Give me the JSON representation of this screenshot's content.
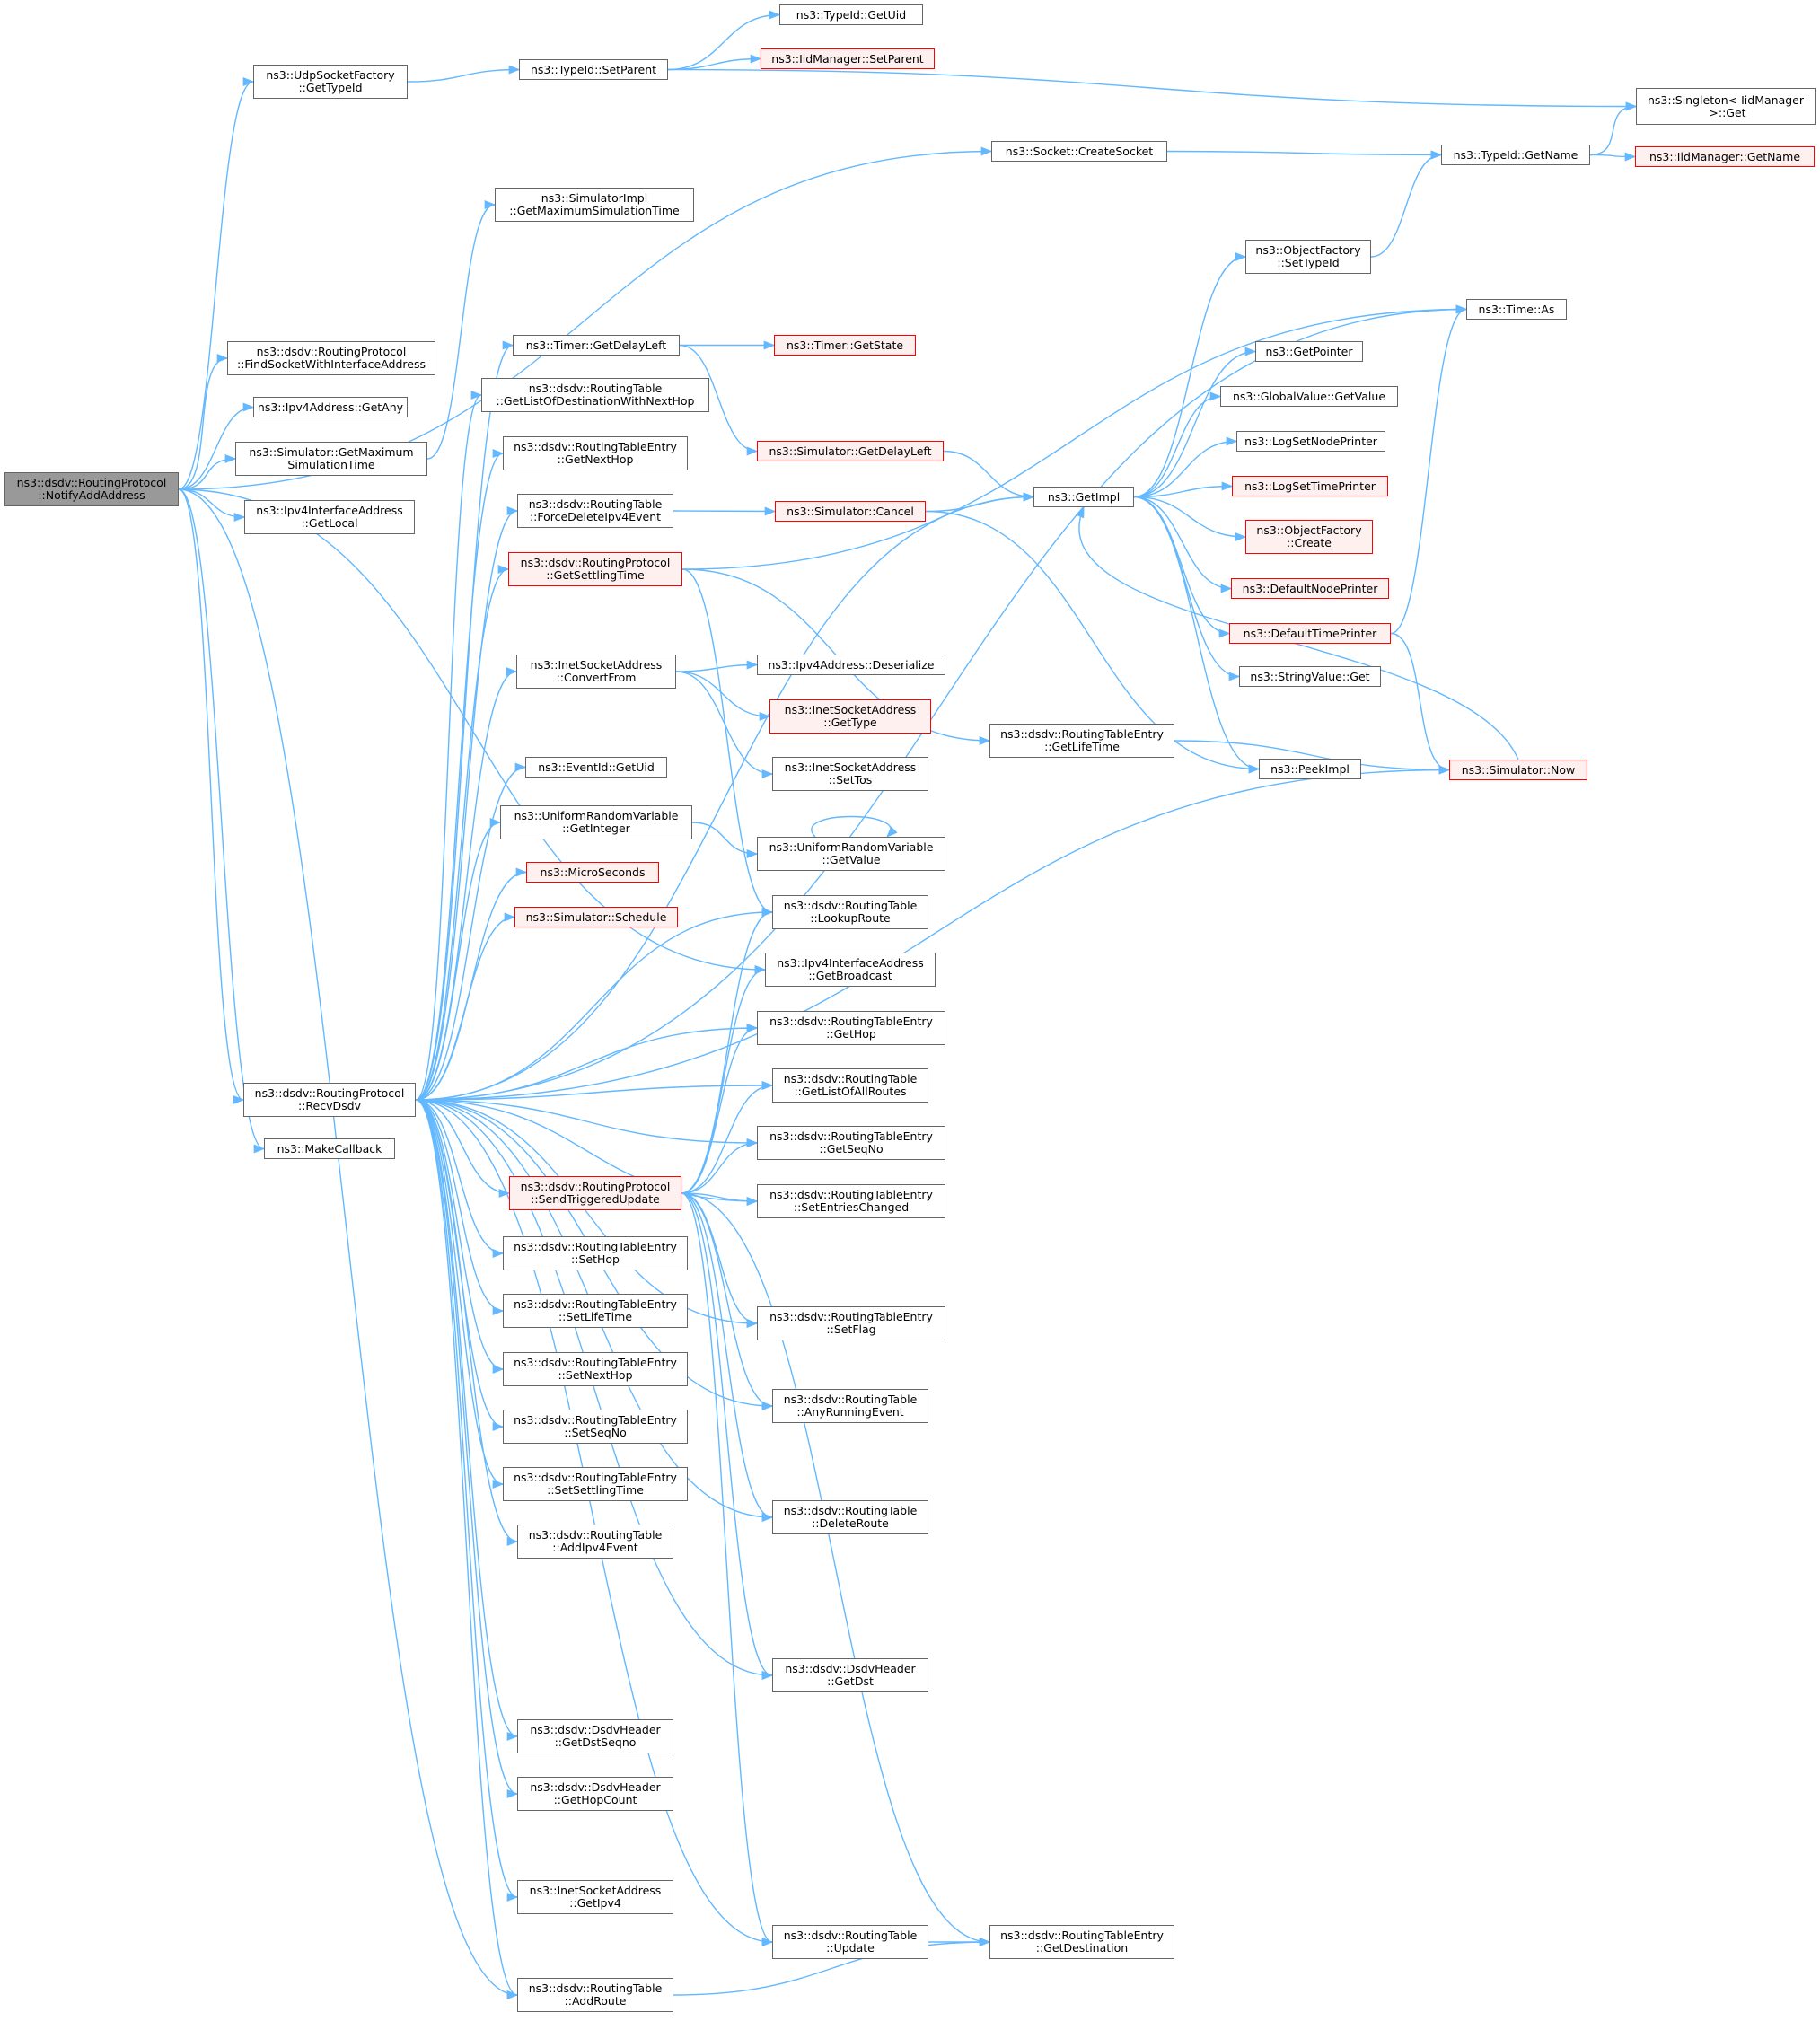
{
  "colors": {
    "edge": "#63b8ff",
    "border": "#666666",
    "red_border": "#ff0000",
    "red_fill": "#fff0f0",
    "root_fill": "#999999"
  },
  "nodes": [
    {
      "id": "root",
      "label": "ns3::dsdv::RoutingProtocol\n::NotifyAddAddress",
      "style": "root"
    },
    {
      "id": "udpsf",
      "label": "ns3::UdpSocketFactory\n::GetTypeId",
      "style": "normal"
    },
    {
      "id": "setparent",
      "label": "ns3::TypeId::SetParent",
      "style": "normal"
    },
    {
      "id": "getuid",
      "label": "ns3::TypeId::GetUid",
      "style": "normal"
    },
    {
      "id": "iidsetparent",
      "label": "ns3::IidManager::SetParent",
      "style": "red"
    },
    {
      "id": "singleton",
      "label": "ns3::Singleton< IidManager\n >::Get",
      "style": "normal"
    },
    {
      "id": "createsocket",
      "label": "ns3::Socket::CreateSocket",
      "style": "normal"
    },
    {
      "id": "getname",
      "label": "ns3::TypeId::GetName",
      "style": "normal"
    },
    {
      "id": "iidgetname",
      "label": "ns3::IidManager::GetName",
      "style": "red"
    },
    {
      "id": "simimplmax",
      "label": "ns3::SimulatorImpl\n::GetMaximumSimulationTime",
      "style": "normal"
    },
    {
      "id": "objfactsettype",
      "label": "ns3::ObjectFactory\n::SetTypeId",
      "style": "normal"
    },
    {
      "id": "timeas",
      "label": "ns3::Time::As",
      "style": "normal"
    },
    {
      "id": "findsocket",
      "label": "ns3::dsdv::RoutingProtocol\n::FindSocketWithInterfaceAddress",
      "style": "normal"
    },
    {
      "id": "timergetdelay",
      "label": "ns3::Timer::GetDelayLeft",
      "style": "normal"
    },
    {
      "id": "timergetstate",
      "label": "ns3::Timer::GetState",
      "style": "red"
    },
    {
      "id": "getpointer",
      "label": "ns3::GetPointer",
      "style": "normal"
    },
    {
      "id": "getlistdestnh",
      "label": "ns3::dsdv::RoutingTable\n::GetListOfDestinationWithNextHop",
      "style": "normal"
    },
    {
      "id": "gvgetvalue",
      "label": "ns3::GlobalValue::GetValue",
      "style": "normal"
    },
    {
      "id": "ipv4getany",
      "label": "ns3::Ipv4Address::GetAny",
      "style": "normal"
    },
    {
      "id": "logsetnode",
      "label": "ns3::LogSetNodePrinter",
      "style": "normal"
    },
    {
      "id": "rtegetnexthop",
      "label": "ns3::dsdv::RoutingTableEntry\n::GetNextHop",
      "style": "normal"
    },
    {
      "id": "simgetmax",
      "label": "ns3::Simulator::GetMaximum\nSimulationTime",
      "style": "normal"
    },
    {
      "id": "simgetdelay",
      "label": "ns3::Simulator::GetDelayLeft",
      "style": "red"
    },
    {
      "id": "getimpl",
      "label": "ns3::GetImpl",
      "style": "normal"
    },
    {
      "id": "logsettime",
      "label": "ns3::LogSetTimePrinter",
      "style": "red"
    },
    {
      "id": "ipv4ifgetlocal",
      "label": "ns3::Ipv4InterfaceAddress\n::GetLocal",
      "style": "normal"
    },
    {
      "id": "forcedelete",
      "label": "ns3::dsdv::RoutingTable\n::ForceDeleteIpv4Event",
      "style": "normal"
    },
    {
      "id": "simcancel",
      "label": "ns3::Simulator::Cancel",
      "style": "red"
    },
    {
      "id": "objfactcreate",
      "label": "ns3::ObjectFactory\n::Create",
      "style": "red"
    },
    {
      "id": "getsettling",
      "label": "ns3::dsdv::RoutingProtocol\n::GetSettlingTime",
      "style": "red"
    },
    {
      "id": "defnodeprinter",
      "label": "ns3::DefaultNodePrinter",
      "style": "red"
    },
    {
      "id": "deftimeprinter",
      "label": "ns3::DefaultTimePrinter",
      "style": "red"
    },
    {
      "id": "inetconvert",
      "label": "ns3::InetSocketAddress\n::ConvertFrom",
      "style": "normal"
    },
    {
      "id": "ipv4deser",
      "label": "ns3::Ipv4Address::Deserialize",
      "style": "normal"
    },
    {
      "id": "stringget",
      "label": "ns3::StringValue::Get",
      "style": "normal"
    },
    {
      "id": "inetgettype",
      "label": "ns3::InetSocketAddress\n::GetType",
      "style": "red"
    },
    {
      "id": "rtegetlife",
      "label": "ns3::dsdv::RoutingTableEntry\n::GetLifeTime",
      "style": "normal"
    },
    {
      "id": "inetsettos",
      "label": "ns3::InetSocketAddress\n::SetTos",
      "style": "normal"
    },
    {
      "id": "eventgetuid",
      "label": "ns3::EventId::GetUid",
      "style": "normal"
    },
    {
      "id": "peekimpl",
      "label": "ns3::PeekImpl",
      "style": "normal"
    },
    {
      "id": "simnow",
      "label": "ns3::Simulator::Now",
      "style": "red"
    },
    {
      "id": "urvgetint",
      "label": "ns3::UniformRandomVariable\n::GetInteger",
      "style": "normal"
    },
    {
      "id": "urvgetvalue",
      "label": "ns3::UniformRandomVariable\n::GetValue",
      "style": "normal"
    },
    {
      "id": "microseconds",
      "label": "ns3::MicroSeconds",
      "style": "red"
    },
    {
      "id": "simschedule",
      "label": "ns3::Simulator::Schedule",
      "style": "red"
    },
    {
      "id": "rtlookup",
      "label": "ns3::dsdv::RoutingTable\n::LookupRoute",
      "style": "normal"
    },
    {
      "id": "ipv4ifbcast",
      "label": "ns3::Ipv4InterfaceAddress\n::GetBroadcast",
      "style": "normal"
    },
    {
      "id": "rtegethop",
      "label": "ns3::dsdv::RoutingTableEntry\n::GetHop",
      "style": "normal"
    },
    {
      "id": "recvdsdv",
      "label": "ns3::dsdv::RoutingProtocol\n::RecvDsdv",
      "style": "normal"
    },
    {
      "id": "rtgetall",
      "label": "ns3::dsdv::RoutingTable\n::GetListOfAllRoutes",
      "style": "normal"
    },
    {
      "id": "makecallback",
      "label": "ns3::MakeCallback",
      "style": "normal"
    },
    {
      "id": "rtegetseq",
      "label": "ns3::dsdv::RoutingTableEntry\n::GetSeqNo",
      "style": "normal"
    },
    {
      "id": "sendtrig",
      "label": "ns3::dsdv::RoutingProtocol\n::SendTriggeredUpdate",
      "style": "red"
    },
    {
      "id": "rtesetentries",
      "label": "ns3::dsdv::RoutingTableEntry\n::SetEntriesChanged",
      "style": "normal"
    },
    {
      "id": "rtesethop",
      "label": "ns3::dsdv::RoutingTableEntry\n::SetHop",
      "style": "normal"
    },
    {
      "id": "rtesetlife",
      "label": "ns3::dsdv::RoutingTableEntry\n::SetLifeTime",
      "style": "normal"
    },
    {
      "id": "rtesetflag",
      "label": "ns3::dsdv::RoutingTableEntry\n::SetFlag",
      "style": "normal"
    },
    {
      "id": "rtesetnh",
      "label": "ns3::dsdv::RoutingTableEntry\n::SetNextHop",
      "style": "normal"
    },
    {
      "id": "rtanyrunning",
      "label": "ns3::dsdv::RoutingTable\n::AnyRunningEvent",
      "style": "normal"
    },
    {
      "id": "rtesetseq",
      "label": "ns3::dsdv::RoutingTableEntry\n::SetSeqNo",
      "style": "normal"
    },
    {
      "id": "rtesetsettling",
      "label": "ns3::dsdv::RoutingTableEntry\n::SetSettlingTime",
      "style": "normal"
    },
    {
      "id": "rtdelete",
      "label": "ns3::dsdv::RoutingTable\n::DeleteRoute",
      "style": "normal"
    },
    {
      "id": "rtaddipv4",
      "label": "ns3::dsdv::RoutingTable\n::AddIpv4Event",
      "style": "normal"
    },
    {
      "id": "dhgetdst",
      "label": "ns3::dsdv::DsdvHeader\n::GetDst",
      "style": "normal"
    },
    {
      "id": "dhgetdstseq",
      "label": "ns3::dsdv::DsdvHeader\n::GetDstSeqno",
      "style": "normal"
    },
    {
      "id": "dhgethop",
      "label": "ns3::dsdv::DsdvHeader\n::GetHopCount",
      "style": "normal"
    },
    {
      "id": "inetgetipv4",
      "label": "ns3::InetSocketAddress\n::GetIpv4",
      "style": "normal"
    },
    {
      "id": "rtupdate",
      "label": "ns3::dsdv::RoutingTable\n::Update",
      "style": "normal"
    },
    {
      "id": "rtegetdest",
      "label": "ns3::dsdv::RoutingTableEntry\n::GetDestination",
      "style": "normal"
    },
    {
      "id": "rtaddroute",
      "label": "ns3::dsdv::RoutingTable\n::AddRoute",
      "style": "normal"
    }
  ],
  "edges": [
    [
      "root",
      "udpsf"
    ],
    [
      "root",
      "createsocket"
    ],
    [
      "root",
      "findsocket"
    ],
    [
      "root",
      "ipv4getany"
    ],
    [
      "root",
      "simgetmax"
    ],
    [
      "root",
      "ipv4ifgetlocal"
    ],
    [
      "root",
      "ipv4ifbcast"
    ],
    [
      "root",
      "recvdsdv"
    ],
    [
      "root",
      "makecallback"
    ],
    [
      "root",
      "rtaddroute"
    ],
    [
      "udpsf",
      "setparent"
    ],
    [
      "setparent",
      "getuid"
    ],
    [
      "setparent",
      "iidsetparent"
    ],
    [
      "setparent",
      "singleton"
    ],
    [
      "createsocket",
      "getname"
    ],
    [
      "getname",
      "singleton"
    ],
    [
      "getname",
      "iidgetname"
    ],
    [
      "simgetmax",
      "simimplmax"
    ],
    [
      "objfactsettype",
      "getname"
    ],
    [
      "getimpl",
      "objfactsettype"
    ],
    [
      "getimpl",
      "getpointer"
    ],
    [
      "getimpl",
      "gvgetvalue"
    ],
    [
      "getimpl",
      "logsetnode"
    ],
    [
      "getimpl",
      "logsettime"
    ],
    [
      "getimpl",
      "objfactcreate"
    ],
    [
      "getimpl",
      "defnodeprinter"
    ],
    [
      "getimpl",
      "deftimeprinter"
    ],
    [
      "getimpl",
      "stringget"
    ],
    [
      "getimpl",
      "peekimpl"
    ],
    [
      "deftimeprinter",
      "timeas"
    ],
    [
      "deftimeprinter",
      "simnow"
    ],
    [
      "simnow",
      "getimpl"
    ],
    [
      "timergetdelay",
      "timergetstate"
    ],
    [
      "timergetdelay",
      "simgetdelay"
    ],
    [
      "simgetdelay",
      "getimpl"
    ],
    [
      "forcedelete",
      "simcancel"
    ],
    [
      "simcancel",
      "getimpl"
    ],
    [
      "simcancel",
      "peekimpl"
    ],
    [
      "getsettling",
      "timeas"
    ],
    [
      "getsettling",
      "rtegetlife"
    ],
    [
      "getsettling",
      "rtlookup"
    ],
    [
      "rtegetlife",
      "simnow"
    ],
    [
      "inetconvert",
      "ipv4deser"
    ],
    [
      "inetconvert",
      "inetgettype"
    ],
    [
      "inetconvert",
      "inetsettos"
    ],
    [
      "urvgetint",
      "urvgetvalue"
    ],
    [
      "urvgetvalue",
      "urvgetvalue"
    ],
    [
      "recvdsdv",
      "timeas"
    ],
    [
      "recvdsdv",
      "getimpl"
    ],
    [
      "recvdsdv",
      "timergetdelay"
    ],
    [
      "recvdsdv",
      "getlistdestnh"
    ],
    [
      "recvdsdv",
      "rtegetnexthop"
    ],
    [
      "recvdsdv",
      "forcedelete"
    ],
    [
      "recvdsdv",
      "getsettling"
    ],
    [
      "recvdsdv",
      "simnow"
    ],
    [
      "recvdsdv",
      "inetconvert"
    ],
    [
      "recvdsdv",
      "eventgetuid"
    ],
    [
      "recvdsdv",
      "urvgetint"
    ],
    [
      "recvdsdv",
      "microseconds"
    ],
    [
      "recvdsdv",
      "simschedule"
    ],
    [
      "recvdsdv",
      "rtlookup"
    ],
    [
      "recvdsdv",
      "rtegethop"
    ],
    [
      "recvdsdv",
      "rtgetall"
    ],
    [
      "recvdsdv",
      "rtegetseq"
    ],
    [
      "recvdsdv",
      "sendtrig"
    ],
    [
      "recvdsdv",
      "rtesetentries"
    ],
    [
      "recvdsdv",
      "rtesethop"
    ],
    [
      "recvdsdv",
      "rtesetlife"
    ],
    [
      "recvdsdv",
      "rtesetflag"
    ],
    [
      "recvdsdv",
      "rtesetnh"
    ],
    [
      "recvdsdv",
      "rtanyrunning"
    ],
    [
      "recvdsdv",
      "rtesetseq"
    ],
    [
      "recvdsdv",
      "rtesetsettling"
    ],
    [
      "recvdsdv",
      "rtdelete"
    ],
    [
      "recvdsdv",
      "rtaddipv4"
    ],
    [
      "recvdsdv",
      "dhgetdst"
    ],
    [
      "recvdsdv",
      "dhgetdstseq"
    ],
    [
      "recvdsdv",
      "dhgethop"
    ],
    [
      "recvdsdv",
      "inetgetipv4"
    ],
    [
      "recvdsdv",
      "rtupdate"
    ],
    [
      "recvdsdv",
      "rtaddroute"
    ],
    [
      "sendtrig",
      "rtlookup"
    ],
    [
      "sendtrig",
      "ipv4ifbcast"
    ],
    [
      "sendtrig",
      "rtegethop"
    ],
    [
      "sendtrig",
      "rtgetall"
    ],
    [
      "sendtrig",
      "rtegetseq"
    ],
    [
      "sendtrig",
      "rtesetentries"
    ],
    [
      "sendtrig",
      "rtesetflag"
    ],
    [
      "sendtrig",
      "rtanyrunning"
    ],
    [
      "sendtrig",
      "rtdelete"
    ],
    [
      "sendtrig",
      "dhgetdst"
    ],
    [
      "sendtrig",
      "rtupdate"
    ],
    [
      "sendtrig",
      "rtegetdest"
    ],
    [
      "rtupdate",
      "rtegetdest"
    ],
    [
      "rtaddroute",
      "rtegetdest"
    ]
  ]
}
